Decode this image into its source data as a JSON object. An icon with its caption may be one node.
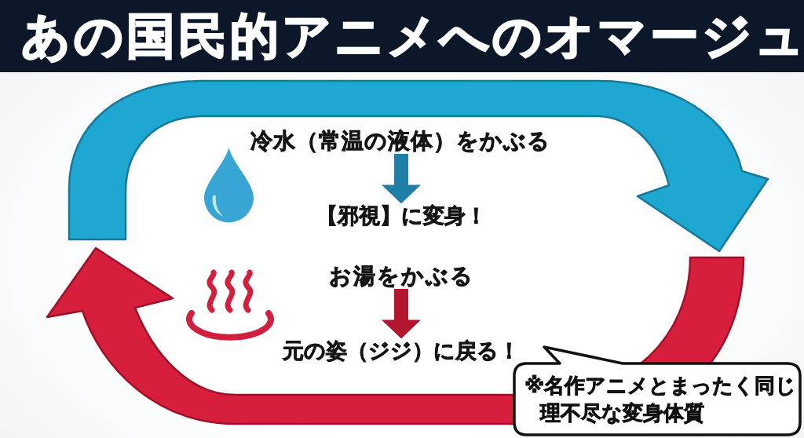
{
  "diagram": {
    "title": "あの国民的アニメへのオマージュ",
    "nodes": [
      {
        "text": [
          "冷水（常温の液体）をかぶる"
        ]
      },
      {
        "text": [
          "【邪視】に変身！"
        ]
      },
      {
        "text": [
          "お湯をかぶる"
        ]
      },
      {
        "text": [
          "元の姿（ジジ）に戻る！"
        ]
      },
      {
        "text": [
          "※名作アニメとまったく同じ理不尽な変身体質"
        ]
      }
    ],
    "edges": [
      {
        "from": 0,
        "to": 1,
        "arrow": "to",
        "color": "#1f7fa6"
      },
      {
        "from": 2,
        "to": 3,
        "arrow": "to",
        "color": "#b3162f"
      }
    ]
  }
}
